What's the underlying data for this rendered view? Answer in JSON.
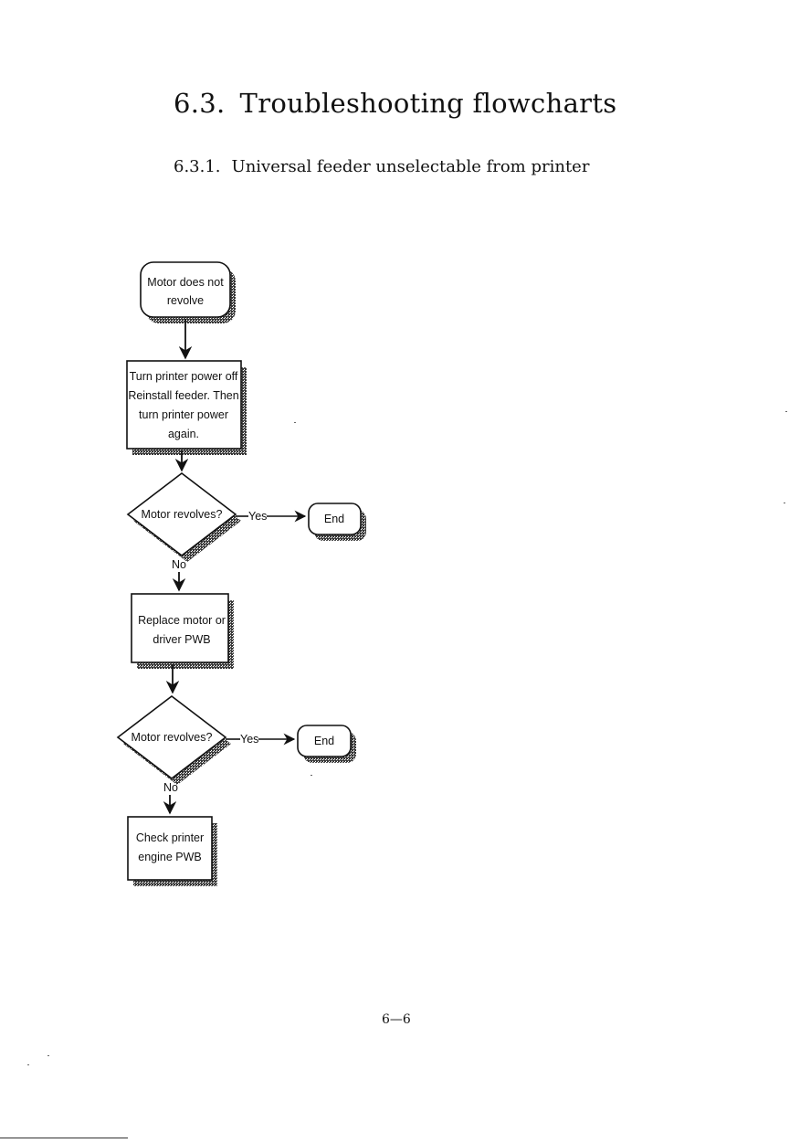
{
  "section": {
    "number": "6.3.",
    "title": "Troubleshooting flowcharts"
  },
  "subsection": {
    "number": "6.3.1.",
    "title": "Universal feeder unselectable from printer"
  },
  "flowchart": {
    "start": [
      "Motor does not",
      "revolve"
    ],
    "step1": [
      "Turn printer power off",
      "Reinstall feeder. Then",
      "turn printer power",
      "again."
    ],
    "decision1": "Motor revolves?",
    "yes1": "Yes",
    "end1": "End",
    "no1": "No",
    "step2": [
      "Replace motor or",
      "driver PWB"
    ],
    "decision2": "Motor revolves?",
    "yes2": "Yes",
    "end2": "End",
    "no2": "No",
    "step3": [
      "Check printer",
      "engine PWB"
    ]
  },
  "page_number": "6—6"
}
